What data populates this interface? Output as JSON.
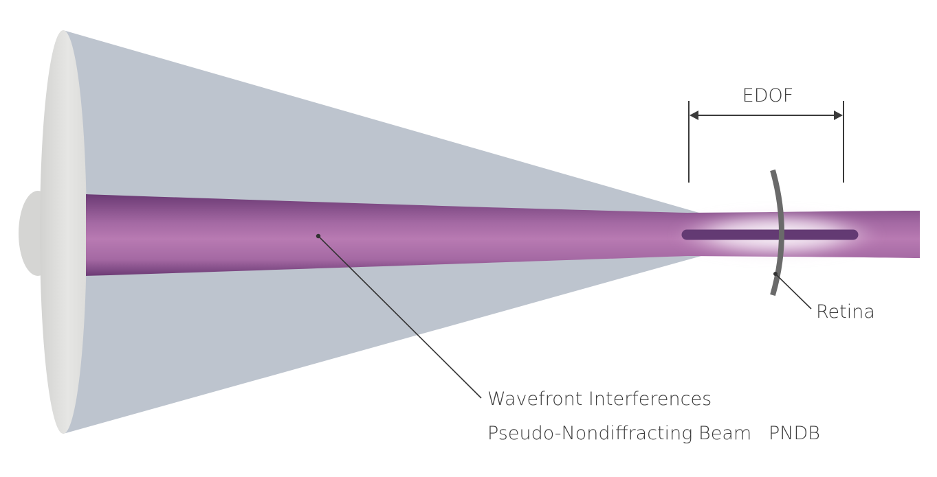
{
  "labels": {
    "edof": "EDOF",
    "retina": "Retina",
    "wavefront": "Wavefront Interferences",
    "beam": "Pseudo-Nondiffracting Beam",
    "beam_abbr": "PNDB"
  },
  "colors": {
    "cone": "#bdc4ce",
    "lens": "#e2e2e0",
    "beam_edge": "#6b3a74",
    "beam_core": "#b87ab2",
    "focus_bar": "#633a73",
    "retina": "#6a6a6a",
    "text": "#3a3a3a"
  }
}
